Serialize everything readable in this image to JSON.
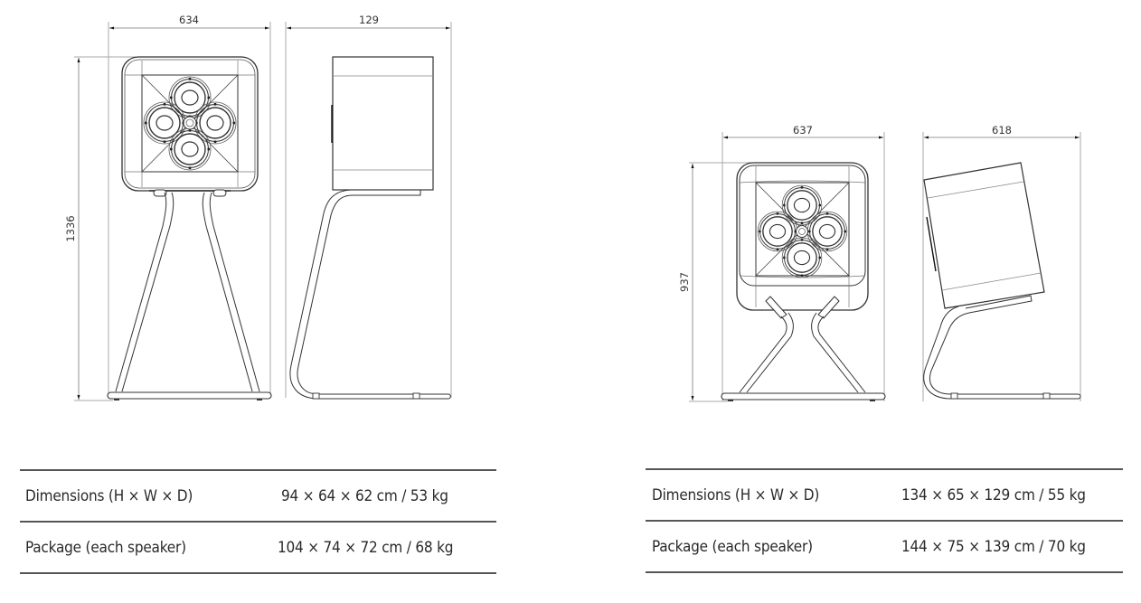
{
  "drawings": {
    "left": {
      "front_width_label": "634",
      "side_depth_label": "129",
      "height_label": "1336"
    },
    "right": {
      "front_width_label": "637",
      "side_depth_label": "618",
      "height_label": "937"
    }
  },
  "specs": {
    "left": {
      "rows": [
        {
          "label": "Dimensions (H × W × D)",
          "value": "94 × 64 × 62 cm / 53 kg"
        },
        {
          "label": "Package (each speaker)",
          "value": "104 × 74 × 72 cm / 68 kg"
        }
      ]
    },
    "right": {
      "rows": [
        {
          "label": "Dimensions (H × W × D)",
          "value": "134 × 65 × 129 cm / 55 kg"
        },
        {
          "label": "Package (each speaker)",
          "value": "144 × 75 × 139 cm / 70 kg"
        }
      ]
    }
  },
  "colors": {
    "line": "#333333",
    "dimension_line": "#9a9a9a",
    "rule": "#555555"
  }
}
